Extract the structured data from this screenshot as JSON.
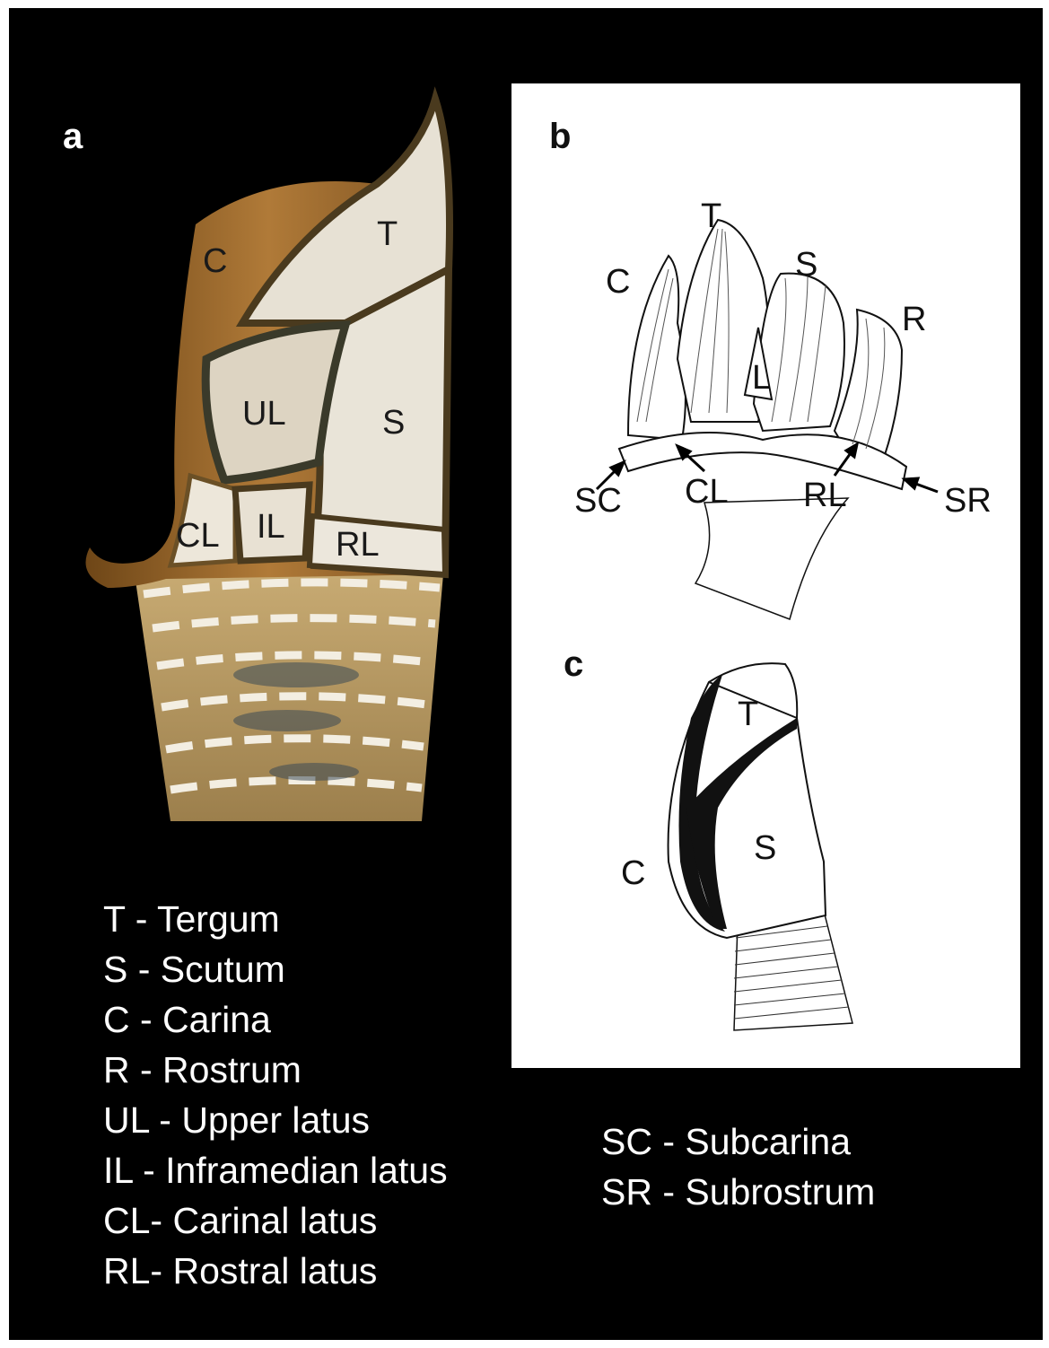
{
  "panels": {
    "a": {
      "letter": "a",
      "labels": {
        "T": "T",
        "C": "C",
        "UL": "UL",
        "S": "S",
        "CL": "CL",
        "IL": "IL",
        "RL": "RL"
      }
    },
    "b": {
      "letter": "b",
      "labels": {
        "T": "T",
        "S": "S",
        "C": "C",
        "R": "R",
        "L": "L",
        "SC": "SC",
        "CL": "CL",
        "RL": "RL",
        "SR": "SR"
      }
    },
    "c": {
      "letter": "c",
      "labels": {
        "T": "T",
        "S": "S",
        "C": "C"
      }
    }
  },
  "legend_left": [
    "T - Tergum",
    "S - Scutum",
    "C - Carina",
    "R - Rostrum",
    "UL - Upper latus",
    "IL - Inframedian latus",
    "CL- Carinal latus",
    "RL- Rostral latus"
  ],
  "legend_right": [
    "SC - Subcarina",
    "SR - Subrostrum"
  ],
  "colors": {
    "background": "#000000",
    "text": "#ffffff",
    "shell_plate": "#e9e4d8",
    "carina_brown": "#8a5a24",
    "peduncle": "#b59a66"
  }
}
